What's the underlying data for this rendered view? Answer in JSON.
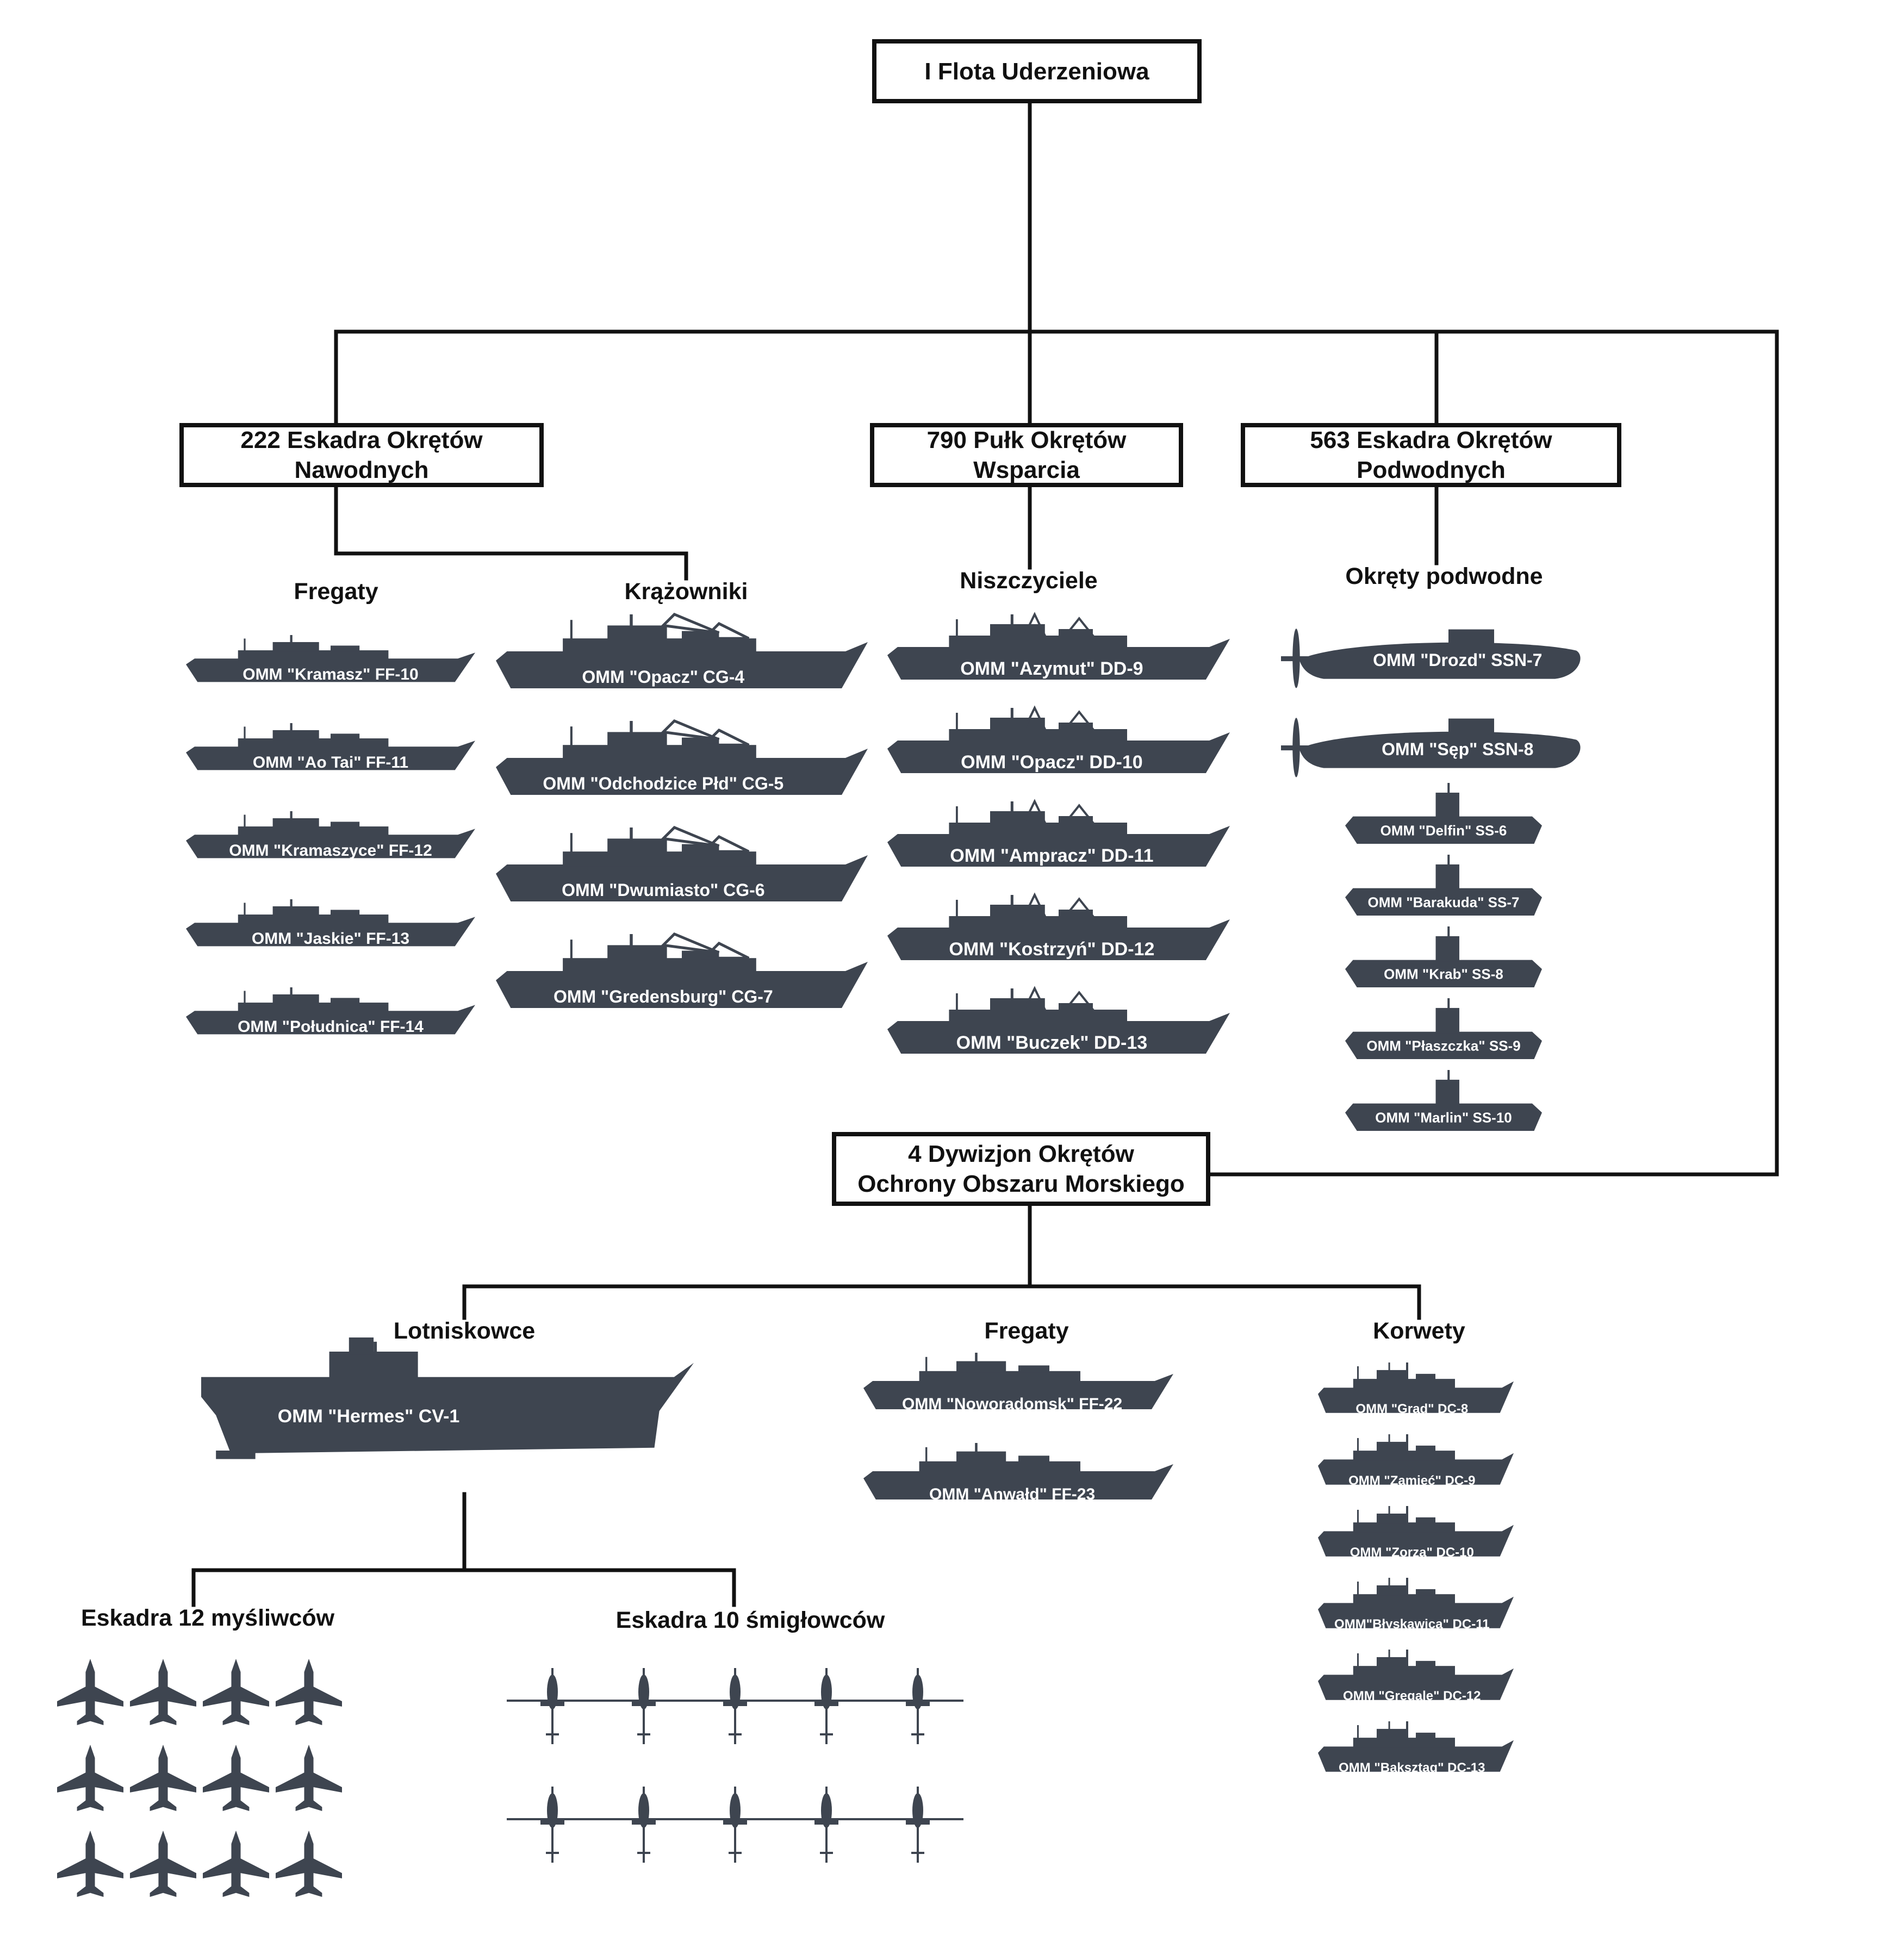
{
  "colors": {
    "silhouette": "#3e4550",
    "line": "#111111",
    "label": "#ffffff"
  },
  "root": {
    "title": "I Flota Uderzeniowa"
  },
  "units": {
    "surface": "222 Eskadra Okrętów Nawodnych",
    "support": "790 Pułk Okrętów Wsparcia",
    "submarine": "563 Eskadra Okrętów Podwodnych",
    "coastal": "4 Dywizjon Okrętów\nOchrony Obszaru Morskiego"
  },
  "categories": {
    "fregaty_1": "Fregaty",
    "krazowniki": "Krążowniki",
    "niszczyciele": "Niszczyciele",
    "podwodne": "Okręty podwodne",
    "lotniskowce": "Lotniskowce",
    "fregaty_2": "Fregaty",
    "korwety": "Korwety",
    "mysliwce": "Eskadra 12 myśliwców",
    "smiglowce": "Eskadra 10 śmigłowców"
  },
  "ships": {
    "frigates": [
      "OMM \"Kramasz\" FF-10",
      "OMM \"Ao Tai\" FF-11",
      "OMM \"Kramaszyce\" FF-12",
      "OMM \"Jaskie\" FF-13",
      "OMM \"Południca\" FF-14"
    ],
    "cruisers": [
      "OMM \"Opacz\" CG-4",
      "OMM \"Odchodzice Płd\" CG-5",
      "OMM \"Dwumiasto\" CG-6",
      "OMM \"Gredensburg\" CG-7"
    ],
    "destroyers": [
      "OMM \"Azymut\" DD-9",
      "OMM \"Opacz\" DD-10",
      "OMM \"Ampracz\" DD-11",
      "OMM \"Kostrzyń\" DD-12",
      "OMM \"Buczek\" DD-13"
    ],
    "nuclear_subs": [
      "OMM \"Drozd\" SSN-7",
      "OMM \"Sęp\" SSN-8"
    ],
    "subs": [
      "OMM \"Delfin\" SS-6",
      "OMM \"Barakuda\" SS-7",
      "OMM \"Krab\" SS-8",
      "OMM \"Płaszczka\" SS-9",
      "OMM \"Marlin\" SS-10"
    ],
    "carrier": "OMM \"Hermes\" CV-1",
    "frigates_2": [
      "OMM \"Noworadomsk\" FF-22",
      "OMM \"Anwałd\" FF-23"
    ],
    "corvettes": [
      "OMM \"Grad\" DC-8",
      "OMM \"Zamieć\" DC-9",
      "OMM \"Zorza\" DC-10",
      "OMM\"Błyskawica\" DC-11",
      "OMM \"Gregale\" DC-12",
      "OMM \"Baksztag\" DC-13"
    ]
  },
  "aircraft": {
    "fighters": 12,
    "helicopters": 10
  }
}
